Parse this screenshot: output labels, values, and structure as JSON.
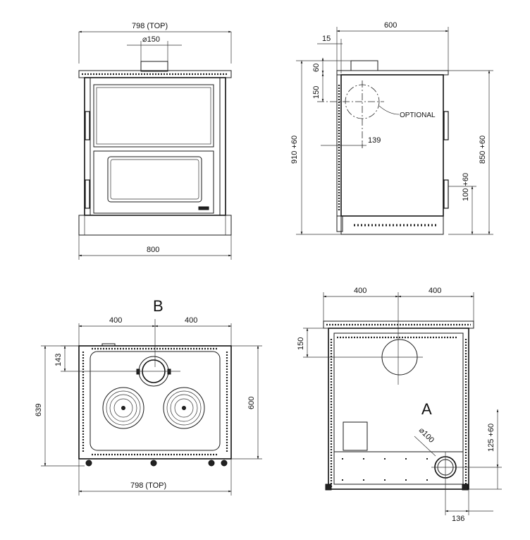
{
  "front_view": {
    "top_width": "798 (TOP)",
    "flue_diameter": "⌀150",
    "bottom_width": "800"
  },
  "side_view": {
    "depth": "600",
    "offset": "15",
    "top_band": "60",
    "flue_height": "150",
    "flue_label": "OPTIONAL",
    "flue_offset": "139",
    "total_height": "910 +60",
    "cooktop_height": "850 +60",
    "plinth_height": "100 +60"
  },
  "top_view": {
    "label": "B",
    "left_half": "400",
    "right_half": "400",
    "flue_offset": "143",
    "total_depth": "639",
    "depth": "600",
    "top_width": "798 (TOP)"
  },
  "rear_view": {
    "left_half": "400",
    "right_half": "400",
    "flue_height": "150",
    "label": "A",
    "inlet_diameter": "⌀100",
    "inlet_height": "125 +60",
    "inlet_offset": "136"
  }
}
